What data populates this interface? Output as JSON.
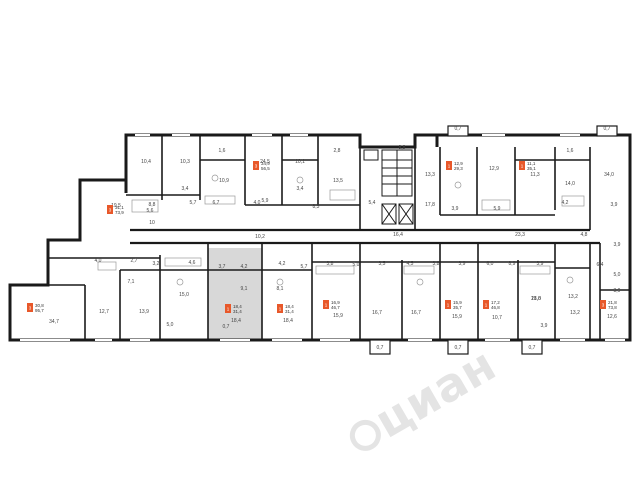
{
  "colors": {
    "wall": "#1a1a1a",
    "thin": "#9a9a9a",
    "marker": "#e8582a",
    "highlight": "#d8d8d8",
    "watermark": "#e4e4e4"
  },
  "watermark": {
    "text": "циан",
    "icon": "cian-logo-icon"
  },
  "apartments": [
    {
      "id": "a1",
      "number": "3",
      "line1": "31,1",
      "line2": "73,9"
    },
    {
      "id": "a2",
      "number": "3",
      "line1": "34,9",
      "line2": "56,5"
    },
    {
      "id": "a3",
      "number": "1",
      "line1": "12,9",
      "line2": "29,3"
    },
    {
      "id": "a4",
      "number": "1",
      "line1": "11,1",
      "line2": "35,1"
    },
    {
      "id": "a5",
      "number": "3",
      "line1": "30,8",
      "line2": "95,7"
    },
    {
      "id": "a6",
      "number": "1",
      "line1": "18,4",
      "line2": "31,4"
    },
    {
      "id": "a7",
      "number": "1",
      "line1": "18,4",
      "line2": "31,4"
    },
    {
      "id": "a8",
      "number": "1",
      "line1": "16,9",
      "line2": "46,7"
    },
    {
      "id": "a9",
      "number": "1",
      "line1": "15,9",
      "line2": "35,7"
    },
    {
      "id": "a10",
      "number": "1",
      "line1": "17,2",
      "line2": "46,8"
    },
    {
      "id": "a11",
      "number": "3",
      "line1": "21,8",
      "line2": "73,8"
    }
  ],
  "room_areas": [
    "10,4",
    "10,3",
    "1,6",
    "10,9",
    "24,5",
    "10,1",
    "2,8",
    "13,5",
    "8,8",
    "13,3",
    "12,9",
    "1,6",
    "34,0",
    "5,6",
    "3,4",
    "8,8",
    "5,7",
    "6,7",
    "4,0",
    "5,9",
    "3,4",
    "8,3",
    "5,4",
    "17,8",
    "3,9",
    "5,9",
    "11,3",
    "14,0",
    "4,2",
    "3,9",
    "19,5",
    "10",
    "10,2",
    "16,4",
    "23,3",
    "4,8",
    "3,9",
    "4,0",
    "2,7",
    "3,2",
    "4,6",
    "3,7",
    "4,2",
    "5,7",
    "4,2",
    "3,8",
    "5,0",
    "3,5",
    "4,5",
    "3,8",
    "3,9",
    "6,0",
    "8,9",
    "3,9",
    "6,4",
    "5,0",
    "7,1",
    "15,0",
    "9,1",
    "8,1",
    "18,0",
    "13,2",
    "34,7",
    "12,7",
    "13,9",
    "18,4",
    "18,4",
    "15,9",
    "16,7",
    "16,7",
    "15,9",
    "10,7",
    "21,8",
    "13,2",
    "12,6",
    "5,0",
    "3,9",
    "3,9",
    "0,7",
    "0,7",
    "0,7",
    "0,7",
    "0,7",
    "0,7"
  ]
}
